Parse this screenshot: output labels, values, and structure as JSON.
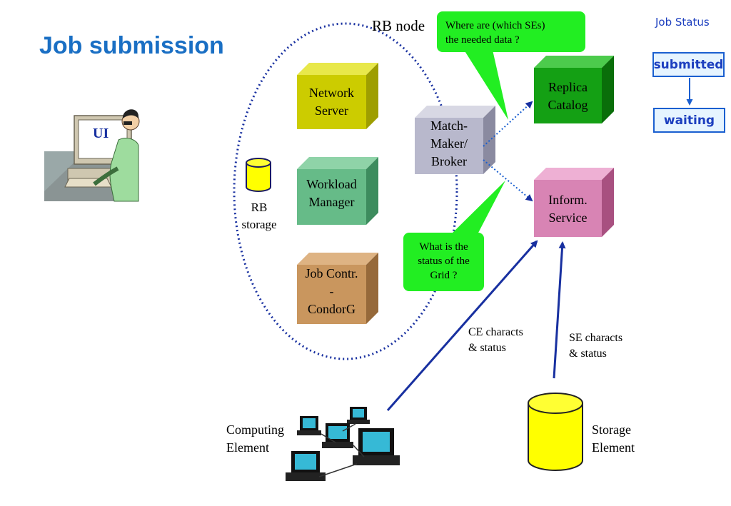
{
  "page": {
    "title": "Job submission"
  },
  "ui_label": "UI",
  "rb_node": {
    "label": "RB node",
    "storage_label": "RB\nstorage",
    "components": {
      "network_server": "Network\nServer",
      "workload_manager": "Workload\nManager",
      "job_controller": "Job Contr.\n-\nCondorG",
      "matchmaker": "Match-\nMaker/\nBroker"
    }
  },
  "replica_catalog": "Replica\nCatalog",
  "info_service": "Inform.\nService",
  "bubbles": {
    "data_question": "Where are (which SEs)\nthe needed data ?",
    "grid_question": "What is the\nstatus of the\nGrid ?"
  },
  "links": {
    "ce_charact": "CE characts\n& status",
    "se_charact": "SE characts\n& status"
  },
  "computing_element": "Computing\nElement",
  "storage_element": "Storage\nElement",
  "job_status": {
    "title": "Job Status",
    "states": [
      "submitted",
      "waiting"
    ]
  },
  "colors": {
    "title": "#1a6fc4",
    "network_server": "#cccc00",
    "workload_manager": "#66bb88",
    "job_controller": "#c9965e",
    "matchmaker": "#b8b8cc",
    "replica_catalog": "#14a014",
    "info_service": "#d884b4",
    "bubble": "#22ee22",
    "arrow": "#1830a0",
    "storage": "#ffff00"
  },
  "icons": [
    "user-at-computer-icon",
    "computer-cluster-icon",
    "storage-cylinder-icon",
    "rb-storage-icon"
  ]
}
